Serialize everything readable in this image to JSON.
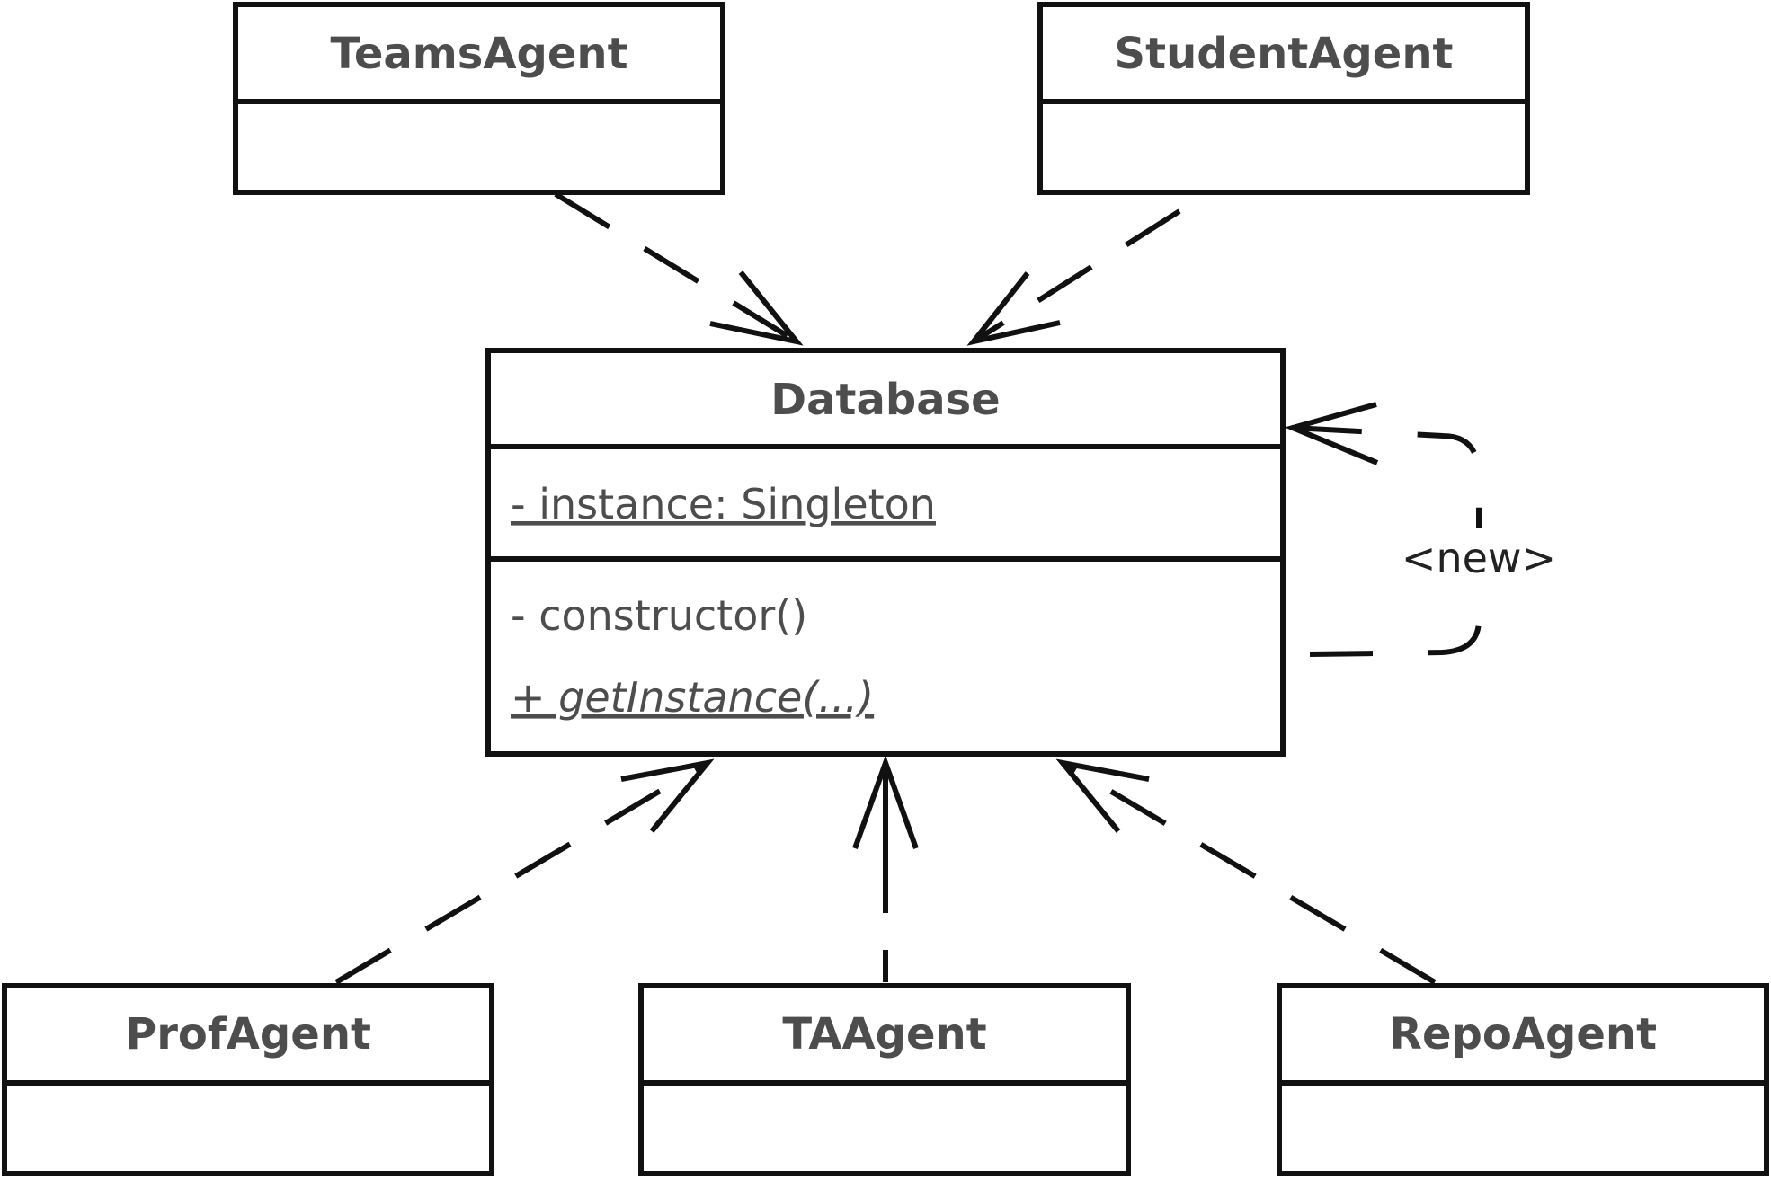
{
  "classes": {
    "teams_agent": {
      "name": "TeamsAgent"
    },
    "student_agent": {
      "name": "StudentAgent"
    },
    "database": {
      "name": "Database",
      "attribute": "- instance: Singleton",
      "method_constructor": "- constructor()",
      "method_get_instance": "+ getInstance(...)"
    },
    "prof_agent": {
      "name": "ProfAgent"
    },
    "ta_agent": {
      "name": "TAAgent"
    },
    "repo_agent": {
      "name": "RepoAgent"
    }
  },
  "self_relation_label": "<new>",
  "colors": {
    "line": "#111111",
    "text": "#4d4d4d",
    "background": "#ffffff"
  }
}
